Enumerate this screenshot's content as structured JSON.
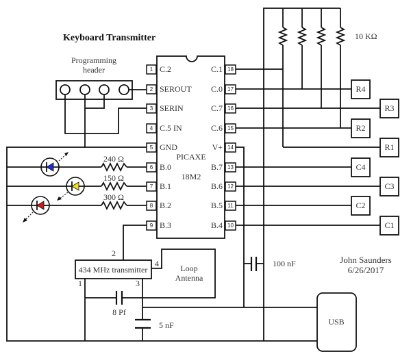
{
  "title": "Keyboard Transmitter",
  "programming_header": {
    "label_line1": "Programming",
    "label_line2": "header",
    "pins": 4
  },
  "ic": {
    "name_line1": "PICAXE",
    "name_line2": "18M2",
    "left_pins": [
      {
        "num": "1",
        "label": "C.2"
      },
      {
        "num": "2",
        "label": "SEROUT"
      },
      {
        "num": "3",
        "label": "SERIN"
      },
      {
        "num": "4",
        "label": "C.5 IN"
      },
      {
        "num": "5",
        "label": "GND"
      },
      {
        "num": "6",
        "label": "B.0"
      },
      {
        "num": "7",
        "label": "B.1"
      },
      {
        "num": "8",
        "label": "B.2"
      },
      {
        "num": "9",
        "label": "B.3"
      }
    ],
    "right_pins": [
      {
        "num": "18",
        "label": "C.1"
      },
      {
        "num": "17",
        "label": "C.0"
      },
      {
        "num": "16",
        "label": "C.7"
      },
      {
        "num": "15",
        "label": "C.6"
      },
      {
        "num": "14",
        "label": "V+"
      },
      {
        "num": "13",
        "label": "B.7"
      },
      {
        "num": "12",
        "label": "B.6"
      },
      {
        "num": "11",
        "label": "B.5"
      },
      {
        "num": "10",
        "label": "B.4"
      }
    ]
  },
  "pullup_resistors": {
    "value": "10 KΩ",
    "count": 4
  },
  "led_resistors": [
    {
      "value": "240 Ω",
      "led_color": "#1a2fd0",
      "led_name": "blue"
    },
    {
      "value": "150 Ω",
      "led_color": "#f2e01a",
      "led_name": "yellow"
    },
    {
      "value": "300 Ω",
      "led_color": "#d01a1a",
      "led_name": "red"
    }
  ],
  "keypad_rows": [
    "R4",
    "R3",
    "R2",
    "R1"
  ],
  "keypad_cols": [
    "C4",
    "C3",
    "C2",
    "C1"
  ],
  "transmitter": {
    "label": "434 MHz transmitter",
    "pin1": "1",
    "pin2": "2",
    "pin3": "3",
    "pin4": "4"
  },
  "antenna": {
    "line1": "Loop",
    "line2": "Antenna"
  },
  "capacitors": {
    "c_8pf": "8 Pf",
    "c_5nf": "5 nF",
    "c_100nf": "100 nF"
  },
  "usb": {
    "label": "USB"
  },
  "author": {
    "name": "John Saunders",
    "date": "6/26/2017"
  }
}
